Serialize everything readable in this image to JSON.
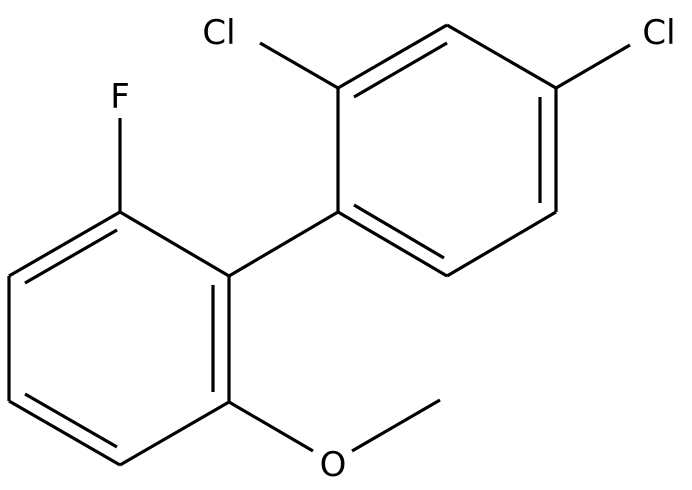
{
  "molecule": {
    "atoms": {
      "chlorine_top": "Cl",
      "chlorine_right": "Cl",
      "fluorine": "F",
      "oxygen": "O"
    }
  },
  "colors": {
    "bond": "#000000",
    "label": "#000000",
    "background": "#ffffff"
  }
}
